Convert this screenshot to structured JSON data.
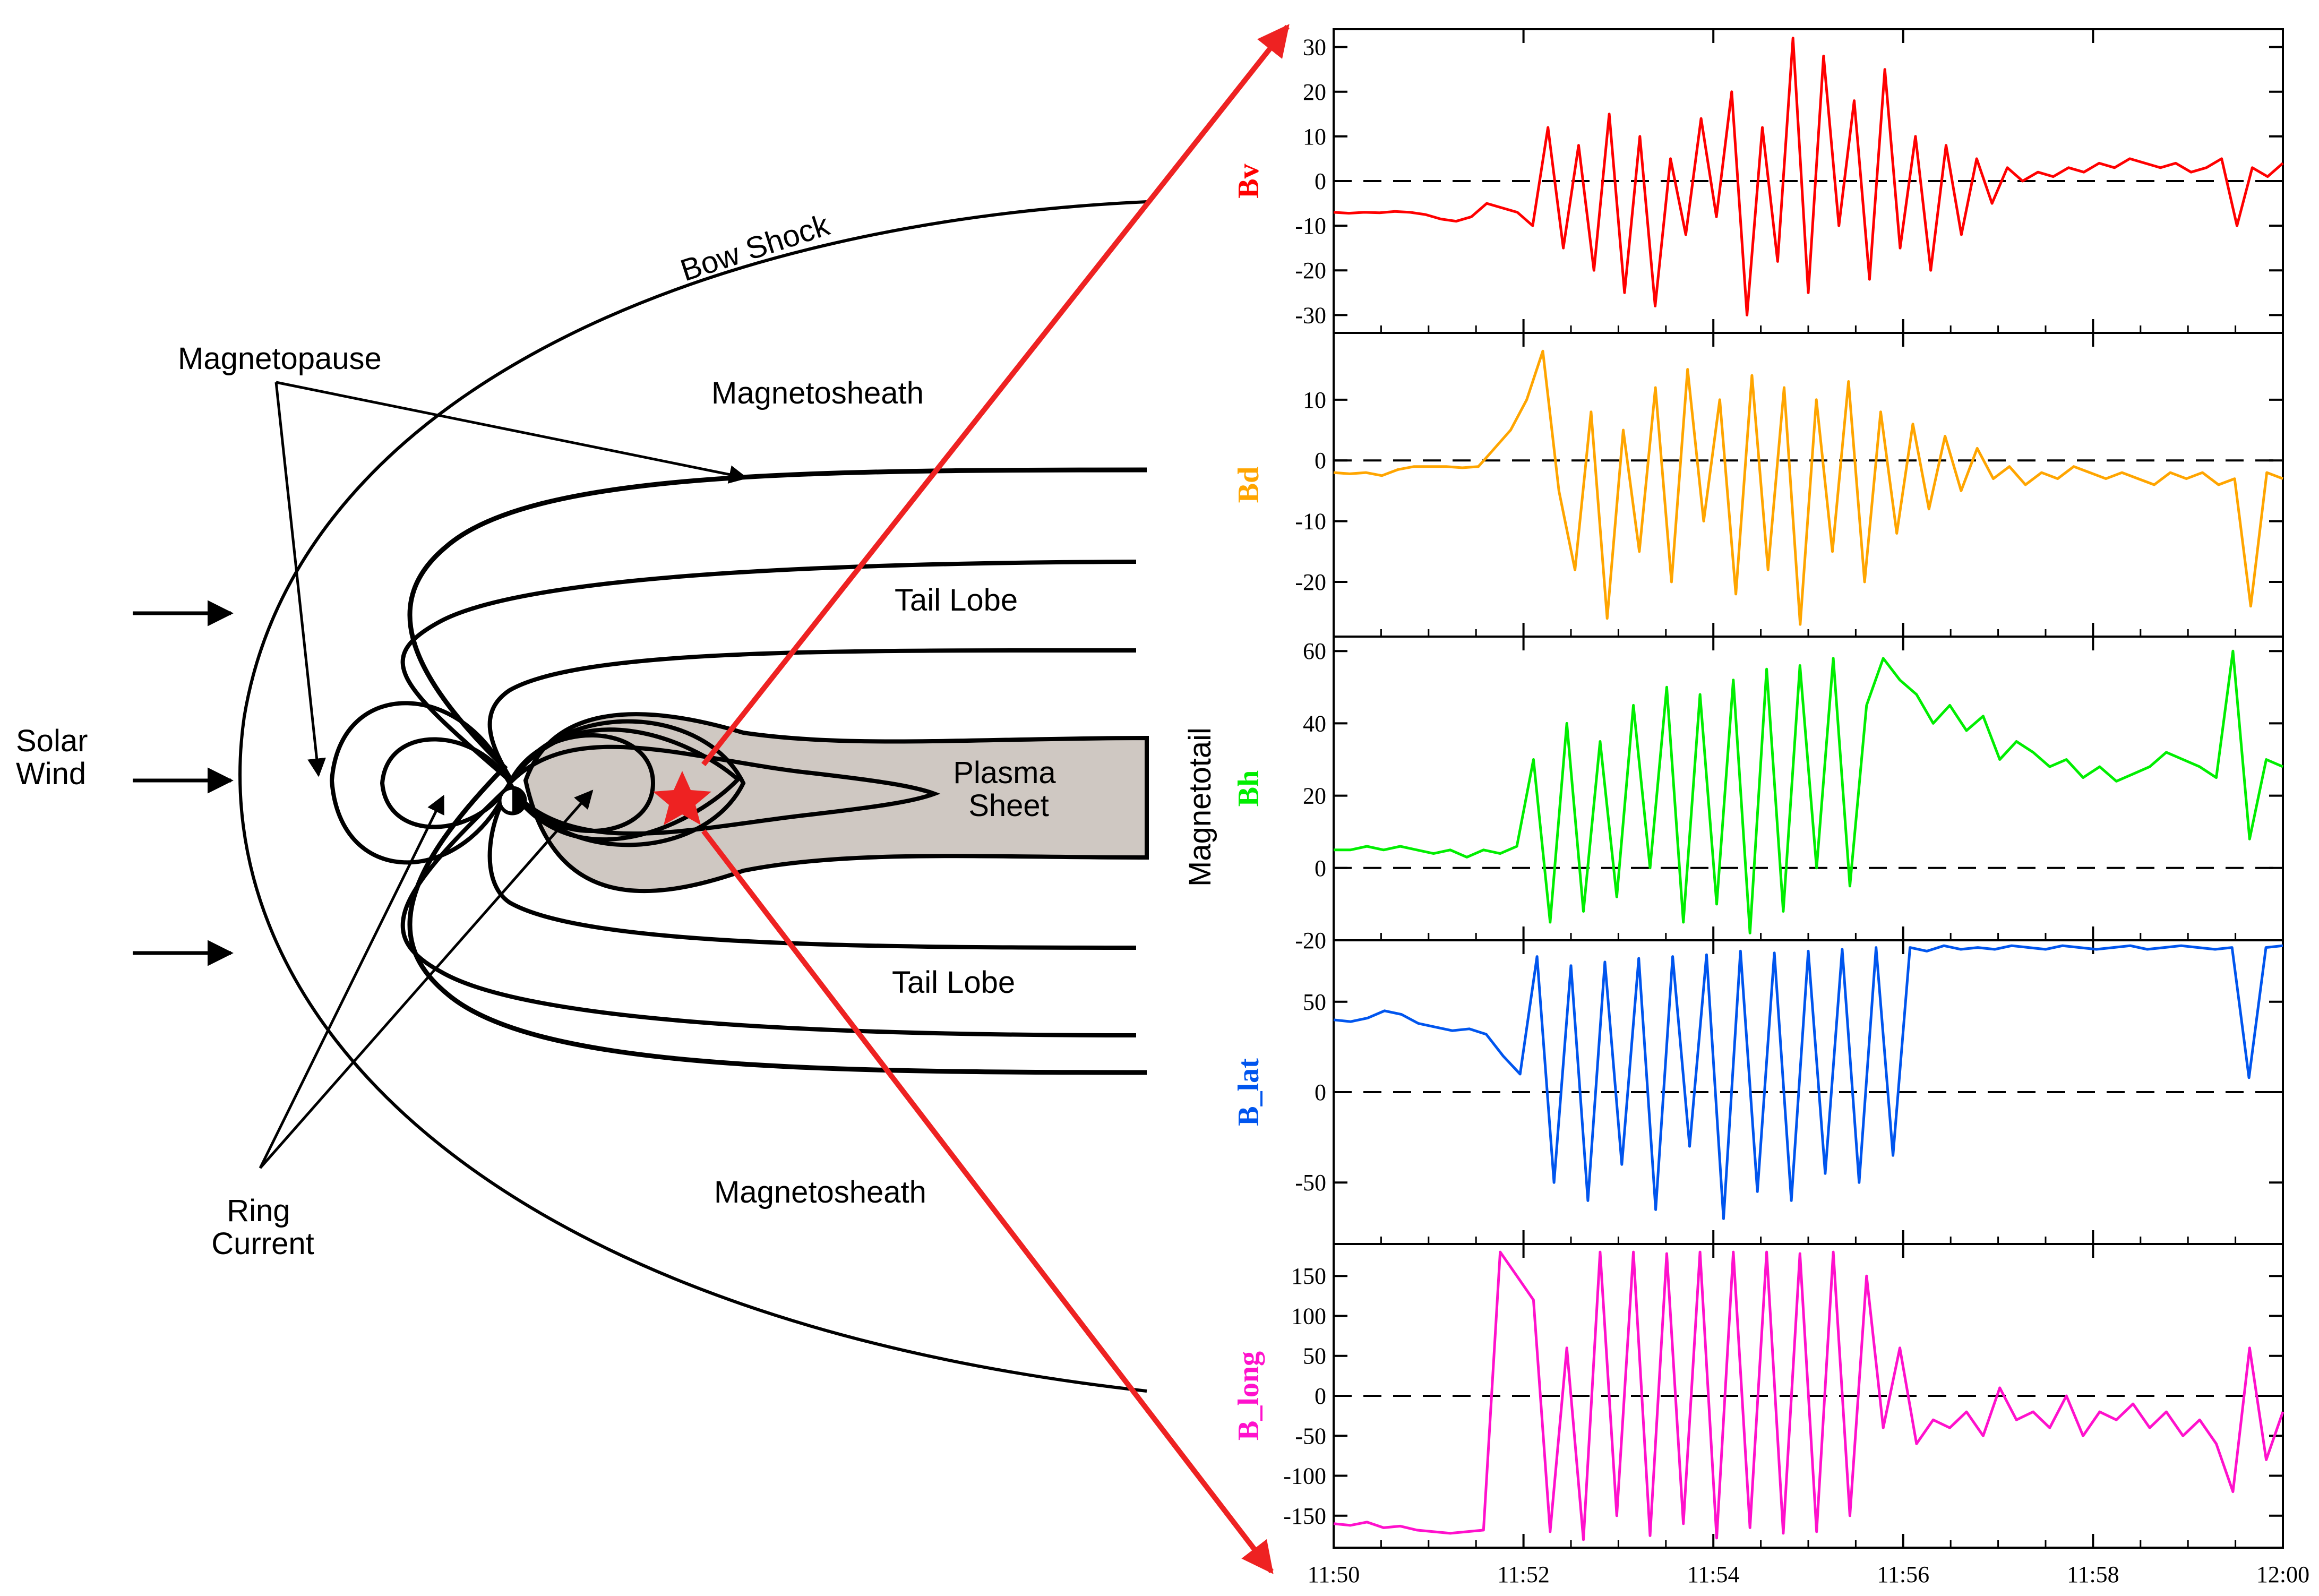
{
  "diagram": {
    "labels": {
      "solar_wind": [
        "Solar",
        "Wind"
      ],
      "bow_shock": "Bow Shock",
      "magnetopause": "Magnetopause",
      "magnetosheath_top": "Magnetosheath",
      "magnetosheath_bottom": "Magnetosheath",
      "tail_lobe_top": "Tail Lobe",
      "tail_lobe_bottom": "Tail Lobe",
      "plasma_sheet": [
        "Plasma",
        "Sheet"
      ],
      "ring_current": [
        "Ring",
        "Current"
      ],
      "magnetotail": "Magnetotail"
    },
    "colors": {
      "plasma_sheet_fill": "#cfc8c2",
      "pointer": "#ee2222",
      "star": "#ee2222"
    }
  },
  "chart_data": {
    "type": "line",
    "x_ticks": [
      "11:50",
      "11:52",
      "11:54",
      "11:56",
      "11:58",
      "12:00"
    ],
    "xlim": [
      "11:50",
      "12:00"
    ],
    "panels": [
      {
        "name": "Bv",
        "color": "#ff0000",
        "ylim": [
          -34,
          34
        ],
        "yticks": [
          -30,
          -20,
          -10,
          0,
          10,
          20,
          30
        ],
        "values": [
          -7,
          -7.2,
          -7,
          -7.1,
          -6.8,
          -7,
          -7.5,
          -8.5,
          -9,
          -8,
          -5,
          -6,
          -7,
          -10,
          12,
          -15,
          8,
          -20,
          15,
          -25,
          10,
          -28,
          5,
          -12,
          14,
          -8,
          20,
          -30,
          12,
          -18,
          32,
          -25,
          28,
          -10,
          18,
          -22,
          25,
          -15,
          10,
          -20,
          8,
          -12,
          5,
          -5,
          3,
          0,
          2,
          1,
          3,
          2,
          4,
          3,
          5,
          4,
          3,
          4,
          2,
          3,
          5,
          -10,
          3,
          1,
          4
        ]
      },
      {
        "name": "Bd",
        "color": "#ffa500",
        "ylim": [
          -29,
          21
        ],
        "yticks": [
          -20,
          -10,
          0,
          10
        ],
        "values": [
          -2,
          -2.2,
          -2,
          -2.5,
          -1.5,
          -1,
          -1,
          -1,
          -1.2,
          -1,
          2,
          5,
          10,
          18,
          -5,
          -18,
          8,
          -26,
          5,
          -15,
          12,
          -20,
          15,
          -10,
          10,
          -22,
          14,
          -18,
          12,
          -27,
          10,
          -15,
          13,
          -20,
          8,
          -12,
          6,
          -8,
          4,
          -5,
          2,
          -3,
          -1,
          -4,
          -2,
          -3,
          -1,
          -2,
          -3,
          -2,
          -3,
          -4,
          -2,
          -3,
          -2,
          -4,
          -3,
          -24,
          -2,
          -3
        ]
      },
      {
        "name": "Bh",
        "color": "#00ee00",
        "ylim": [
          -20,
          64
        ],
        "yticks": [
          -20,
          0,
          20,
          40,
          60
        ],
        "values": [
          5,
          5,
          6,
          5,
          6,
          5,
          4,
          5,
          3,
          5,
          4,
          6,
          30,
          -15,
          40,
          -12,
          35,
          -8,
          45,
          0,
          50,
          -15,
          48,
          -10,
          52,
          -18,
          55,
          -12,
          56,
          0,
          58,
          -5,
          45,
          58,
          52,
          48,
          40,
          45,
          38,
          42,
          30,
          35,
          32,
          28,
          30,
          25,
          28,
          24,
          26,
          28,
          32,
          30,
          28,
          25,
          60,
          8,
          30,
          28
        ]
      },
      {
        "name": "B_lat",
        "color": "#0055ee",
        "ylim": [
          -84,
          84
        ],
        "yticks": [
          -50,
          0,
          50
        ],
        "values": [
          40,
          39,
          41,
          45,
          43,
          38,
          36,
          34,
          35,
          32,
          20,
          10,
          75,
          -50,
          70,
          -60,
          72,
          -40,
          74,
          -65,
          75,
          -30,
          76,
          -70,
          78,
          -55,
          77,
          -60,
          78,
          -45,
          79,
          -50,
          80,
          -35,
          80,
          78,
          81,
          79,
          80,
          79,
          81,
          80,
          79,
          81,
          80,
          79,
          80,
          81,
          79,
          80,
          81,
          80,
          79,
          80,
          8,
          80,
          81
        ]
      },
      {
        "name": "B_long",
        "color": "#ff11cc",
        "ylim": [
          -190,
          190
        ],
        "yticks": [
          -150,
          -100,
          -50,
          0,
          50,
          100,
          150
        ],
        "values": [
          -160,
          -162,
          -158,
          -165,
          -163,
          -168,
          -170,
          -172,
          -170,
          -168,
          180,
          150,
          120,
          -170,
          60,
          -180,
          180,
          -150,
          180,
          -175,
          178,
          -160,
          180,
          -178,
          180,
          -165,
          180,
          -172,
          178,
          -170,
          180,
          -150,
          150,
          -40,
          60,
          -60,
          -30,
          -40,
          -20,
          -50,
          10,
          -30,
          -20,
          -40,
          0,
          -50,
          -20,
          -30,
          -10,
          -40,
          -20,
          -50,
          -30,
          -60,
          -120,
          60,
          -80,
          -20
        ]
      }
    ]
  }
}
